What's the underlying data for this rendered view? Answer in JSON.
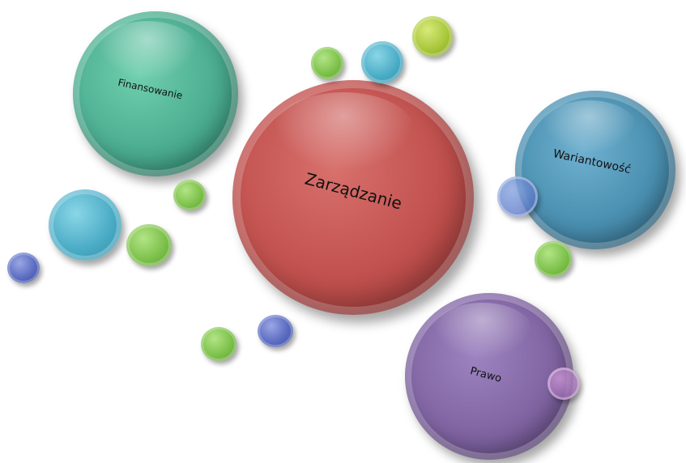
{
  "diagram": {
    "center": {
      "label": "Zarządzanie",
      "color": "#c0504d"
    },
    "topics": [
      {
        "id": "finansowanie",
        "label": "Finansowanie",
        "color": "#4bac8f"
      },
      {
        "id": "wariantowosc",
        "label": "Wariantowość",
        "color": "#4a8fb0"
      },
      {
        "id": "prawo",
        "label": "Prawo",
        "color": "#8064a2"
      }
    ],
    "colors": {
      "green": "#7cc04a",
      "teal": "#4bacc6",
      "blue": "#5a6bc0",
      "lime": "#a8c63a"
    }
  }
}
